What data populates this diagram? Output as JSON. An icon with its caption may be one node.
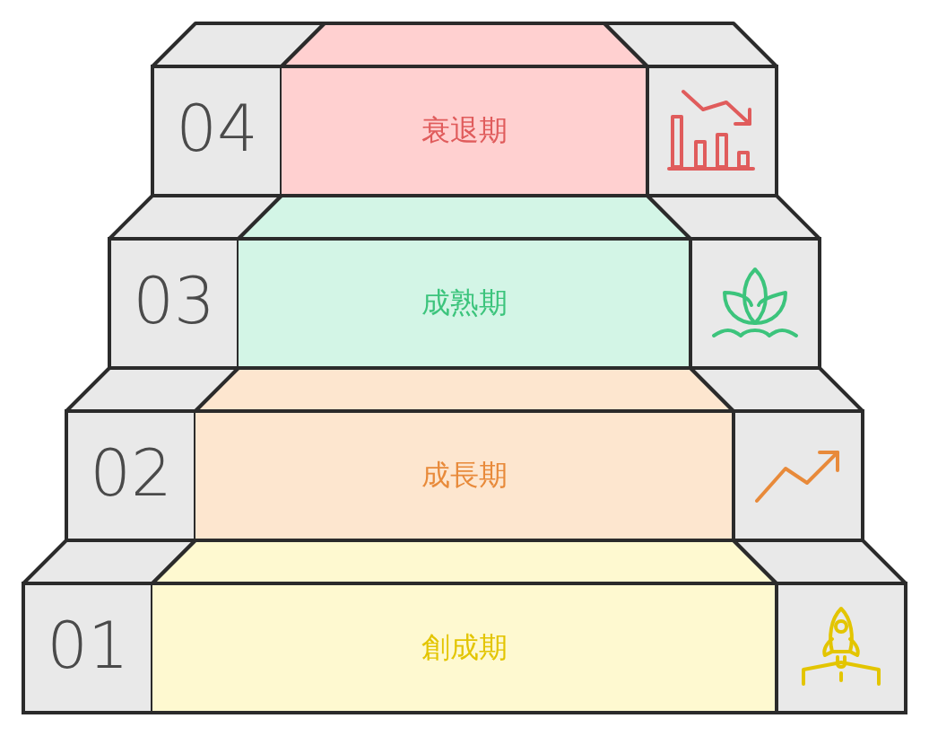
{
  "diagram": {
    "nodes": [
      {
        "text": [
          "04"
        ]
      },
      {
        "text": [
          "衰退期"
        ]
      },
      {
        "text": [
          "03"
        ]
      },
      {
        "text": [
          "成熟期"
        ]
      },
      {
        "text": [
          "02"
        ]
      },
      {
        "text": [
          "成長期"
        ]
      },
      {
        "text": [
          "01"
        ]
      },
      {
        "text": [
          "創成期"
        ]
      }
    ]
  }
}
